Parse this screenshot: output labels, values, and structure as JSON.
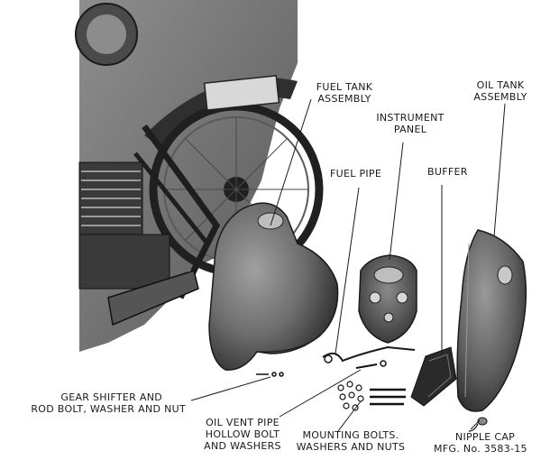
{
  "labels": {
    "fuel_tank_assembly": [
      "FUEL TANK",
      "ASSEMBLY"
    ],
    "instrument_panel": [
      "INSTRUMENT",
      "PANEL"
    ],
    "oil_tank_assembly": [
      "OIL TANK",
      "ASSEMBLY"
    ],
    "fuel_pipe": "FUEL PIPE",
    "buffer": "BUFFER",
    "gear_shifter": [
      "GEAR SHIFTER AND",
      "ROD BOLT, WASHER AND NUT"
    ],
    "oil_vent_pipe": [
      "OIL VENT PIPE",
      "HOLLOW BOLT",
      "AND WASHERS"
    ],
    "mounting_bolts": [
      "MOUNTING BOLTS.",
      "WASHERS AND NUTS"
    ],
    "nipple_cap": "NIPPLE CAP",
    "mfg_no": "MFG. No. 3583-15"
  },
  "colors": {
    "ink": "#1a1a1a",
    "tank_fill": "#6e6e6e",
    "tank_shade": "#3c3c3c",
    "motorcycle": "#5a5a5a",
    "paper": "#ffffff"
  }
}
